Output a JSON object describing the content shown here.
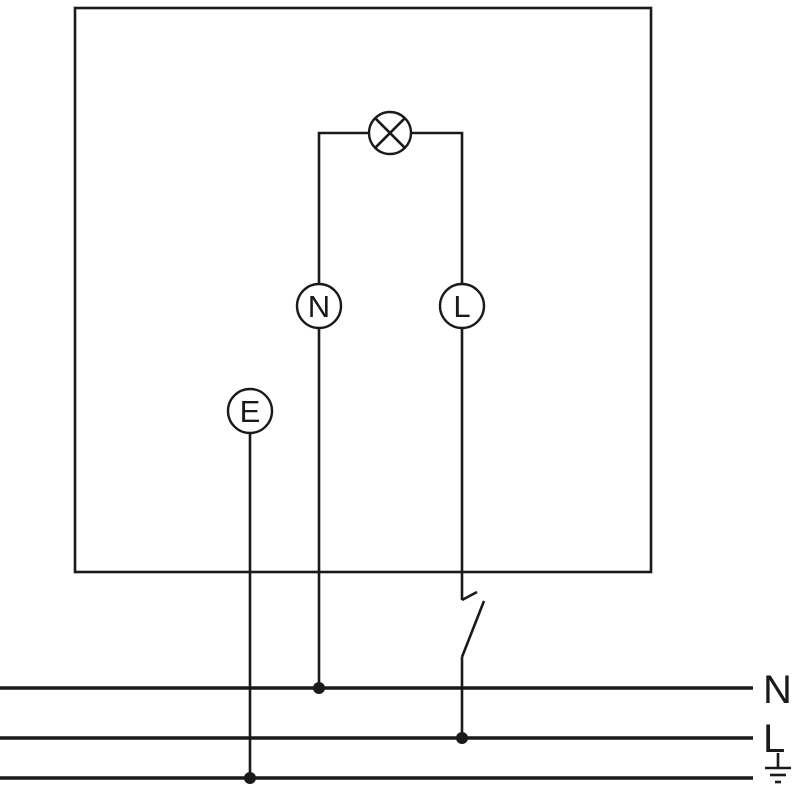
{
  "diagram": {
    "name": "motion-detector-wiring-diagram",
    "device": {
      "outline": "device-enclosure"
    },
    "terminals": {
      "n": "N",
      "l": "L",
      "e": "E"
    },
    "symbols": {
      "lamp": "lamp-load-symbol",
      "switch": "single-pole-switch-symbol",
      "earth": "earth-ground-symbol"
    },
    "supply": {
      "neutral_label": "N",
      "line_label": "L"
    },
    "colors": {
      "line": "#1a1a1a",
      "background": "#ffffff"
    }
  }
}
